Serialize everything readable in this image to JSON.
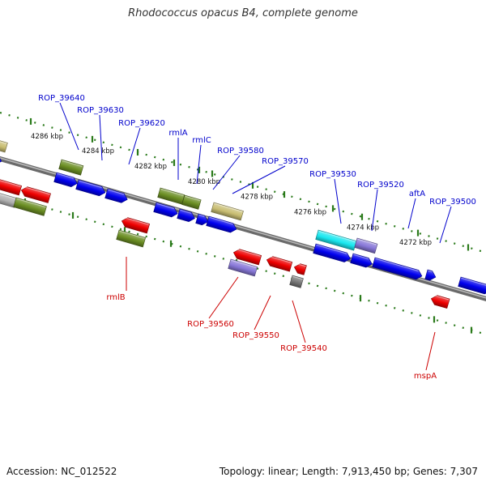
{
  "title": "Rhodococcus opacus B4, complete genome",
  "footer": {
    "accession": "Accession: NC_012522",
    "summary": "Topology: linear; Length: 7,913,450 bp; Genes: 7,307"
  },
  "colors": {
    "label_plus": "#0000cc",
    "label_minus": "#cc0000",
    "tick": "#2a7a1a",
    "backbone": "#888888",
    "blue": "#0000ee",
    "red": "#ee0000",
    "olive": "#6b8e23",
    "khaki": "#c8bd72",
    "cyan": "#19e8f0",
    "lavender": "#8878d8",
    "gray": "#777777",
    "lightgray": "#b0b0b0"
  },
  "kbp_labels": [
    "4286 kbp",
    "4284 kbp",
    "4282 kbp",
    "4280 kbp",
    "4278 kbp",
    "4276 kbp",
    "4274 kbp",
    "4272 kbp"
  ],
  "genes_top": [
    "ROP_39640",
    "ROP_39630",
    "ROP_39620",
    "rmlA",
    "rmlC",
    "ROP_39580",
    "ROP_39570",
    "ROP_39530",
    "ROP_39520",
    "aftA",
    "ROP_39500"
  ],
  "genes_bottom": [
    "rmlB",
    "ROP_39560",
    "ROP_39550",
    "ROP_39540",
    "mspA"
  ]
}
